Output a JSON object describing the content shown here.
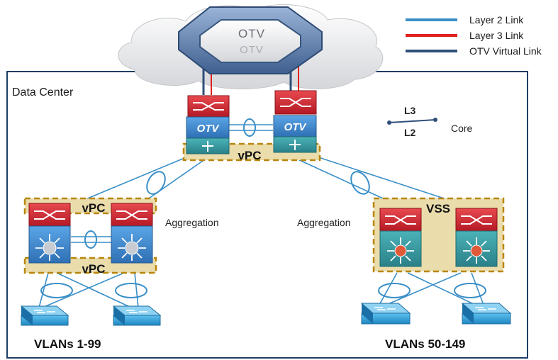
{
  "legend": {
    "layer2": {
      "label": "Layer 2 Link",
      "color": "#3a8fc8"
    },
    "layer3": {
      "label": "Layer 3 Link",
      "color": "#e02020"
    },
    "otv": {
      "label": "OTV Virtual Link",
      "color": "#2f4f7a"
    }
  },
  "cloud": {
    "label": "OTV",
    "reflection": "OTV"
  },
  "data_center_label": "Data Center",
  "core": {
    "l3": "L3",
    "l2": "L2",
    "label": "Core"
  },
  "top_switches": {
    "otv_label": "OTV",
    "vpc_label": "vPC"
  },
  "left_block": {
    "vpc_top": "vPC",
    "vpc_bottom": "vPC",
    "label": "Aggregation",
    "vlans": "VLANs 1-99"
  },
  "right_block": {
    "vss": "VSS",
    "label": "Aggregation",
    "vlans": "VLANs 50-149"
  },
  "colors": {
    "router_red": "#c8202c",
    "switch_blue": "#3b7fc4",
    "switch_teal": "#3a9aa0",
    "highlight": "#e9d8a0",
    "dash": "#b8860b",
    "access_switch": "#2a98d0"
  }
}
